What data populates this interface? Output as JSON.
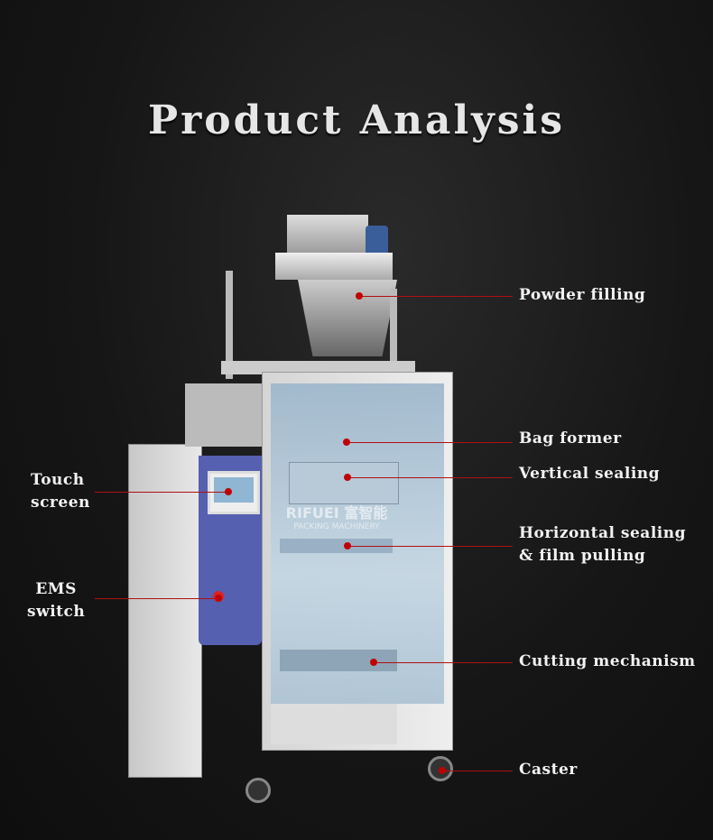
{
  "title": "Product Analysis",
  "watermark": {
    "brand": "RIFUEI 富智能",
    "subtitle": "PACKING MACHINERY"
  },
  "labels": {
    "powder_filling": "Powder filling",
    "bag_former": "Bag former",
    "vertical_sealing": "Vertical sealing",
    "horizontal_sealing_1": "Horizontal sealing",
    "horizontal_sealing_2": "& film pulling",
    "cutting": "Cutting mechanism",
    "caster": "Caster",
    "touch_screen_1": "Touch",
    "touch_screen_2": "screen",
    "ems_1": "EMS",
    "ems_2": "switch"
  },
  "colors": {
    "accent": "#c00000",
    "panel": "#5560b0"
  }
}
